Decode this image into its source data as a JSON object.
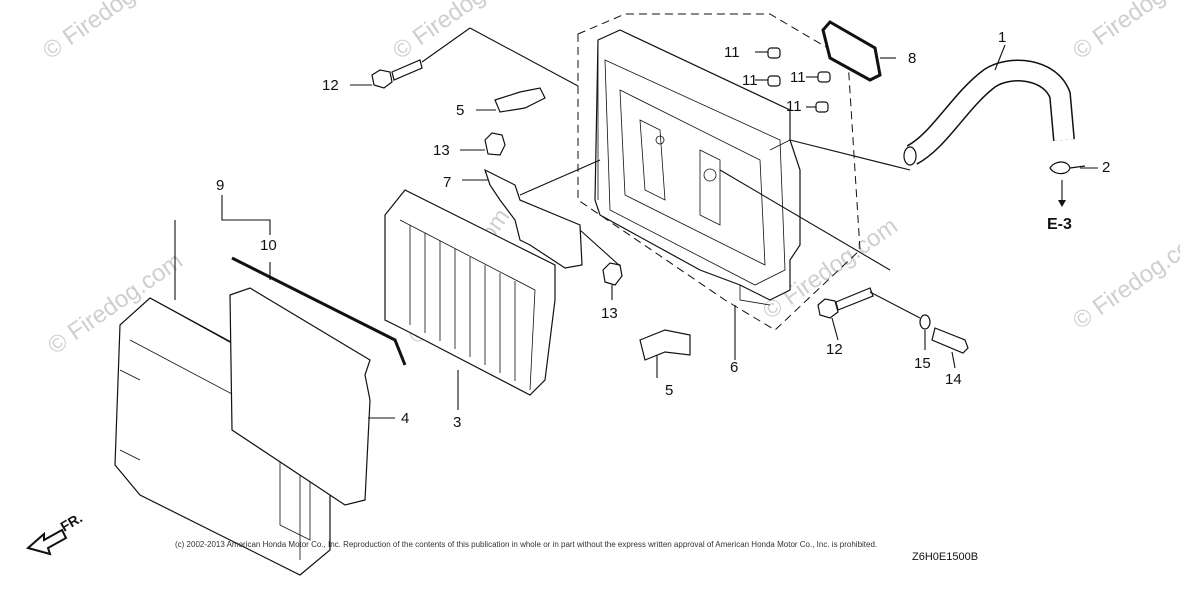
{
  "callouts": {
    "c1": "1",
    "c2": "2",
    "c3": "3",
    "c4": "4",
    "c5a": "5",
    "c5b": "5",
    "c6": "6",
    "c7": "7",
    "c8": "8",
    "c9": "9",
    "c10": "10",
    "c11a": "11",
    "c11b": "11",
    "c11c": "11",
    "c11d": "11",
    "c12a": "12",
    "c12b": "12",
    "c13a": "13",
    "c13b": "13",
    "c14": "14",
    "c15": "15"
  },
  "reference": "E-3",
  "direction": "FR.",
  "watermark": "© Firedog.com",
  "copyright": "(c) 2002-2013 American Honda Motor Co., Inc. Reproduction of the contents of this publication in whole or in part without the express written approval of American Honda Motor Co., Inc. is prohibited.",
  "diagram_code": "Z6H0E1500B"
}
